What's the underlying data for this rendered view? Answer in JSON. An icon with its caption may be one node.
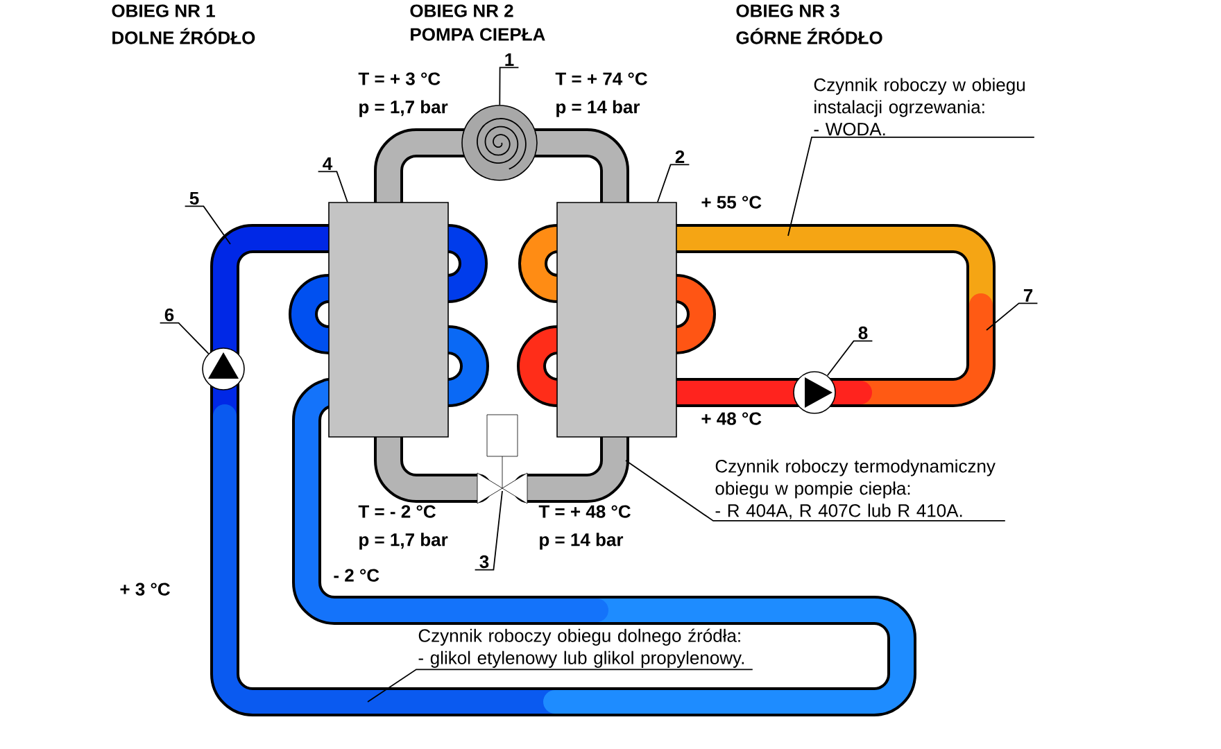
{
  "diagram": {
    "nodes": [
      {
        "text": [
          "1"
        ]
      },
      {
        "text": [],
        "shape": "circle"
      },
      {
        "text": [
          "2"
        ]
      },
      {
        "text": [],
        "shape": "box"
      },
      {
        "text": [
          "3"
        ]
      },
      {
        "text": [
          "4"
        ]
      },
      {
        "text": [],
        "shape": "box"
      },
      {
        "text": [
          "5"
        ]
      },
      {
        "text": [
          "6"
        ]
      },
      {
        "text": [],
        "shape": "circle"
      },
      {
        "text": [
          "7"
        ]
      },
      {
        "text": [
          "8"
        ]
      },
      {
        "text": [],
        "shape": "circle"
      },
      {
        "text": [
          "Czynnik roboczy w obiegu instalacji ogrzewania: - WODA."
        ]
      },
      {
        "text": [
          "Czynnik roboczy termodynamiczny obiegu w pompie ciepła: - R 404A, R 407C lub R 410A."
        ]
      },
      {
        "text": [
          "Czynnik roboczy obiegu dolnego źródła: - glikol etylenowy lub glikol propylenowy."
        ]
      }
    ],
    "edges": [
      {
        "from": 0,
        "to": 1,
        "arrow": "none"
      },
      {
        "from": 2,
        "to": 6,
        "arrow": "none"
      },
      {
        "from": 4,
        "to": null,
        "arrow": "none"
      },
      {
        "from": 5,
        "to": 3,
        "arrow": "none"
      },
      {
        "from": 7,
        "to": null,
        "arrow": "none"
      },
      {
        "from": 8,
        "to": 9,
        "arrow": "none"
      },
      {
        "from": 10,
        "to": null,
        "arrow": "none"
      },
      {
        "from": 11,
        "to": 12,
        "arrow": "none"
      },
      {
        "from": 13,
        "to": null,
        "arrow": "none"
      },
      {
        "from": 14,
        "to": null,
        "arrow": "none"
      },
      {
        "from": 15,
        "to": null,
        "arrow": "none"
      }
    ],
    "labels": [
      "OBIEG NR 1",
      "DOLNE ŹRÓDŁO",
      "OBIEG NR 2",
      "POMPA CIEPŁA",
      "OBIEG NR 3",
      "GÓRNE ŹRÓDŁO",
      "T = + 3 °C",
      "p = 1,7 bar",
      "T = + 74 °C",
      "p = 14 bar",
      "+ 55 °C",
      "+ 48 °C",
      "T = - 2 °C",
      "p = 1,7 bar",
      "T = + 48 °C",
      "p = 14 bar",
      "+ 3 °C",
      "- 2 °C"
    ]
  }
}
